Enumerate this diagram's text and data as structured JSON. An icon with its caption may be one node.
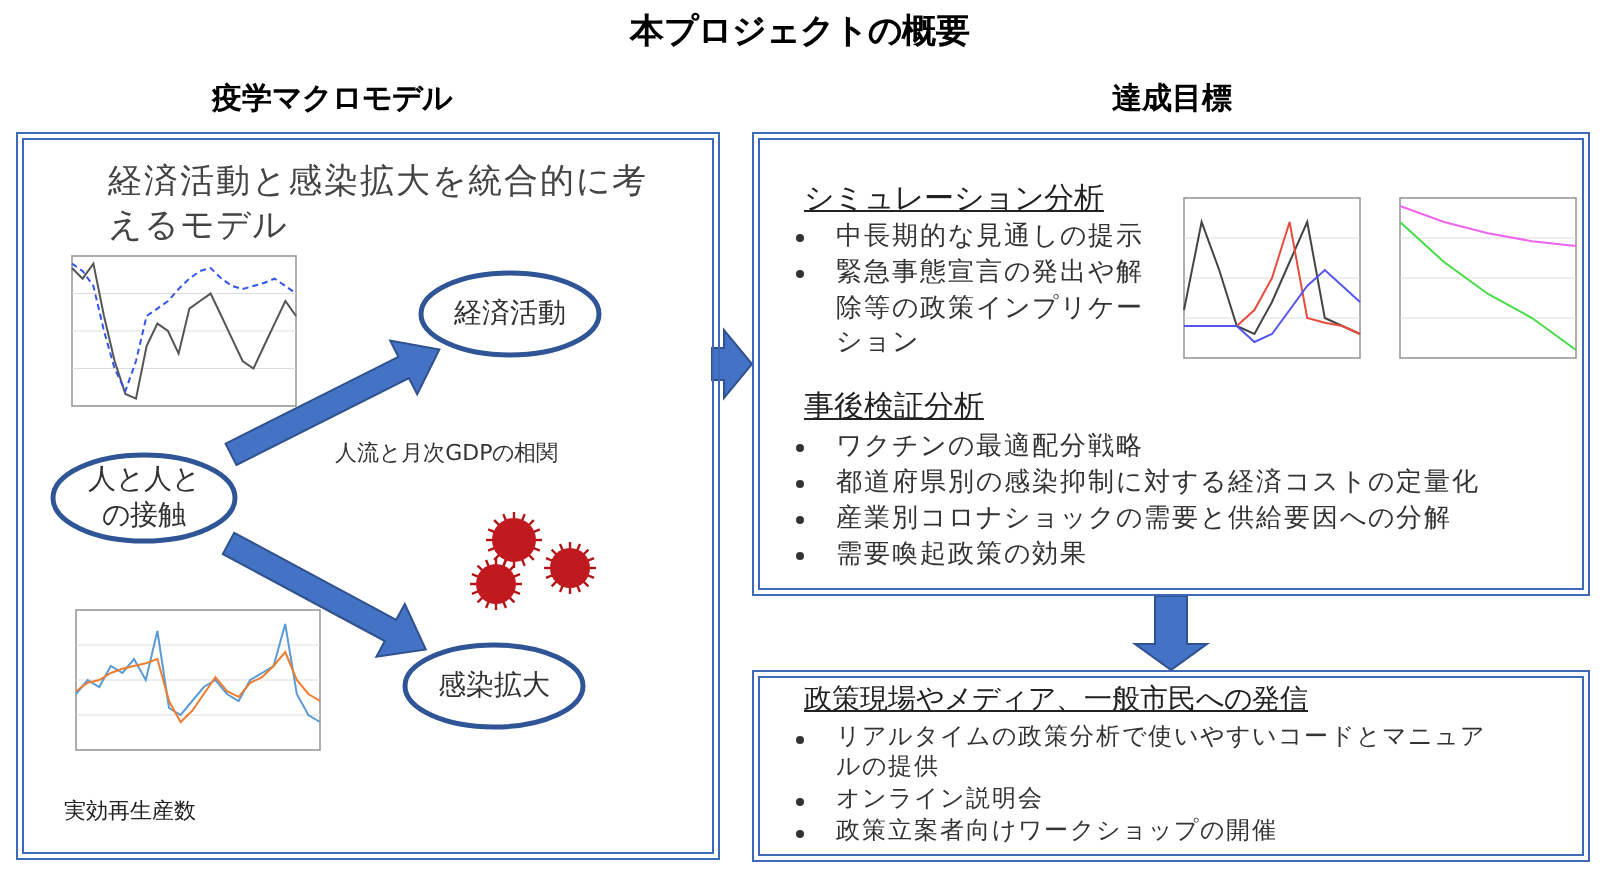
{
  "diagram": {
    "title": "本プロジェクトの概要",
    "nodes": [
      {
        "text": [
          "疫学マクロモデル",
          "経済活動と感染拡大を統合的に考えるモデル"
        ]
      },
      {
        "text": [
          "経済活動"
        ],
        "in": 0
      },
      {
        "text": [
          "人と人との接触"
        ],
        "in": 0
      },
      {
        "text": [
          "感染拡大"
        ],
        "in": 0
      },
      {
        "text": [
          "達成目標",
          "シミュレーション分析",
          "中長期的な見通しの提示",
          "緊急事態宣言の発出や解除等の政策インプリケーション",
          "事後検証分析",
          "ワクチンの最適配分戦略",
          "都道府県別の感染抑制に対する経済コストの定量化",
          "産業別コロナショックの需要と供給要因への分解",
          "需要喚起政策の効果"
        ]
      },
      {
        "text": [
          "政策現場やメディア、一般市民への発信",
          "リアルタイムの政策分析で使いやすいコードとマニュアルの提供",
          "オンライン説明会",
          "政策立案者向けワークショップの開催"
        ]
      }
    ],
    "edges": [
      {
        "from": 2,
        "to": 1,
        "arrow": "to",
        "label": "人流と月次GDPの相関"
      },
      {
        "from": 2,
        "to": 3,
        "arrow": "to"
      },
      {
        "from": 0,
        "to": 4,
        "arrow": "to"
      },
      {
        "from": 4,
        "to": 5,
        "arrow": "to"
      }
    ],
    "labels": [
      "実効再生産数"
    ]
  }
}
